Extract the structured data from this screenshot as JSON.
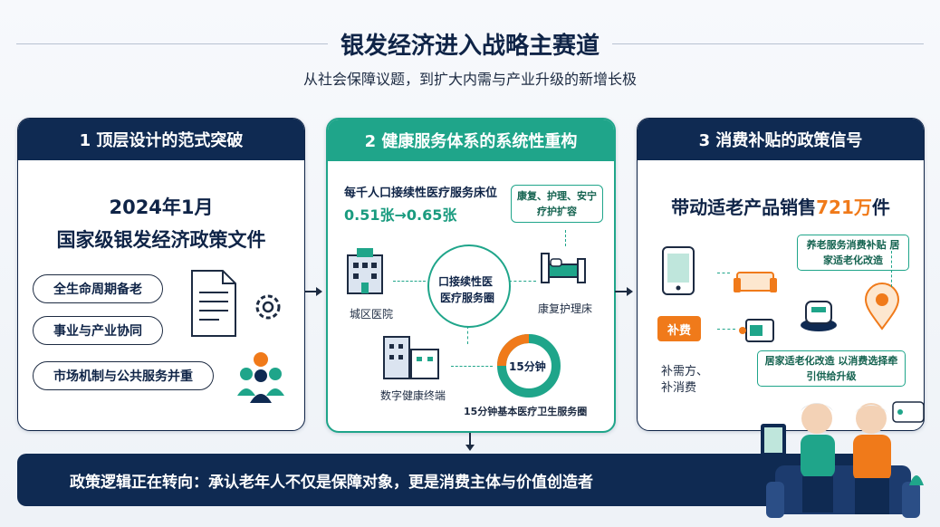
{
  "header": {
    "title": "银发经济进入战略主赛道",
    "subtitle": "从社会保障议题，到扩大内需与产业升级的新增长极"
  },
  "panel1": {
    "title": "1 顶层设计的范式突破",
    "headline_line1": "2024年1月",
    "headline_line2": "国家级银发经济政策文件",
    "pills": [
      "全生命周期备老",
      "事业与产业协同",
      "市场机制与公共服务并重"
    ]
  },
  "panel2": {
    "title": "2 健康服务体系的系统性重构",
    "metric_label": "每千人口接续性医疗服务床位",
    "metric_value": "0.51张→0.65张",
    "note": "康复、护理、安宁疗护扩容",
    "nodes": {
      "hospital": "城区医院",
      "center_line1": "口接续性医",
      "center_line2": "医疗服务圈",
      "rehab": "康复护理床",
      "digital": "数字健康终端",
      "fifteen": "15分钟",
      "fifteen_caption": "15分钟基本医疗卫生服务圈"
    }
  },
  "panel3": {
    "title": "3 消费补贴的政策信号",
    "sales_prefix": "带动适老产品销售",
    "sales_number": "721万",
    "sales_suffix": "件",
    "tag1": "养老服务消费补贴 居家适老化改造",
    "tag2": "居家适老化改造 以消费选择牵引供给升级",
    "subsidy_badge": "补费",
    "subsidy_text_line1": "补需方、",
    "subsidy_text_line2": "补消费"
  },
  "banner": {
    "text": "政策逻辑正在转向：承认老年人不仅是保障对象，更是消费主体与价值创造者"
  },
  "colors": {
    "navy": "#0f2a52",
    "teal": "#1fa58a",
    "orange": "#f07a1a"
  }
}
